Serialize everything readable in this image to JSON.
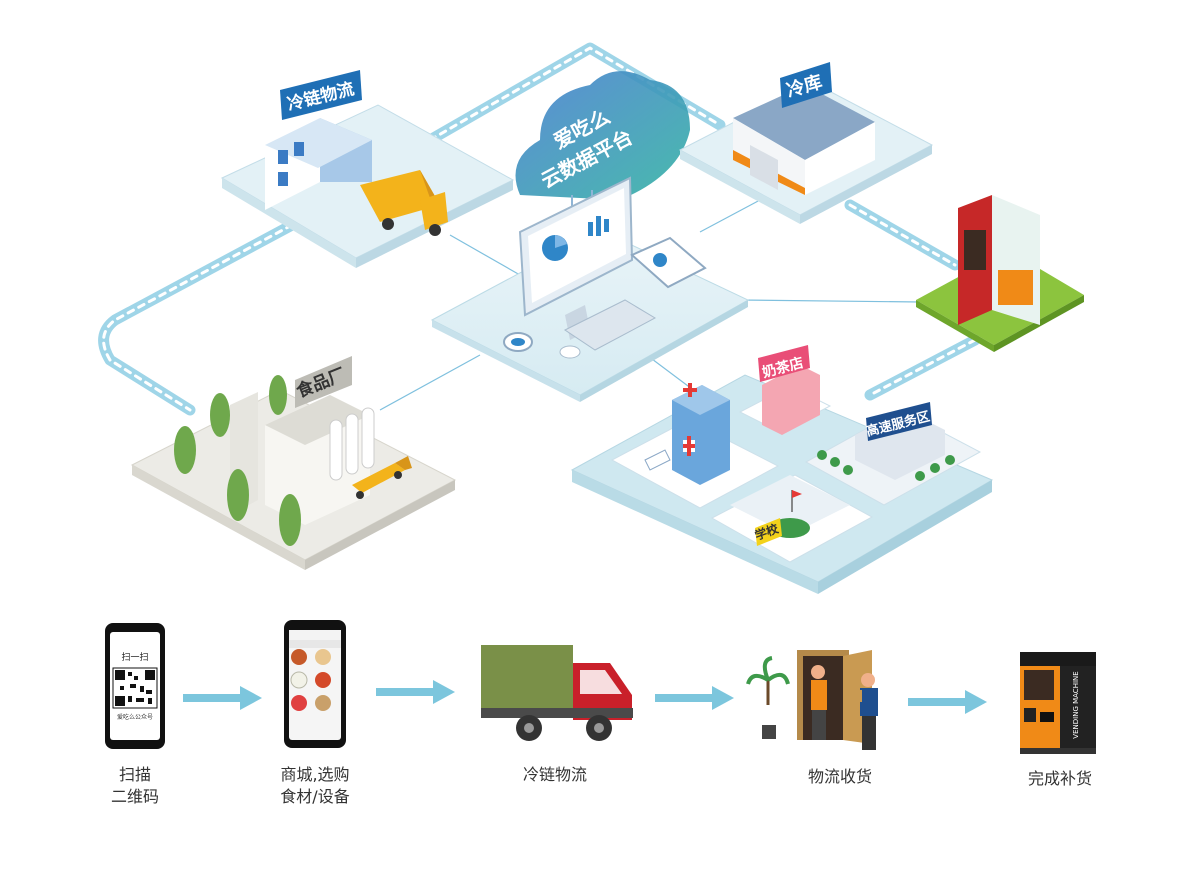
{
  "platform": {
    "line1": "爱吃么",
    "line2": "云数据平台"
  },
  "nodes": {
    "cold_chain_logistics": "冷链物流",
    "cold_storage": "冷库",
    "food_factory": "食品厂",
    "milk_tea_shop": "奶茶店",
    "highway_service_area": "高速服务区",
    "school": "学校"
  },
  "flow": {
    "step1": {
      "line1": "扫描",
      "line2": "二维码",
      "qr_title": "扫一扫",
      "qr_caption": "爱吃么公众号"
    },
    "step2": {
      "line1": "商城,选购",
      "line2": "食材/设备"
    },
    "step3": {
      "line1": "冷链物流"
    },
    "step4": {
      "line1": "物流收货"
    },
    "step5": {
      "line1": "完成补货",
      "machine_side": "VENDING MACHINE"
    }
  },
  "colors": {
    "route": "#7ec8e3",
    "platform_blue": "#2f86c8",
    "cloud": "#3aa7b8",
    "truck_cargo": "#7a9048",
    "truck_cab": "#c9202a",
    "arrow": "#7cc6dd",
    "vending_orange": "#f08a17"
  }
}
